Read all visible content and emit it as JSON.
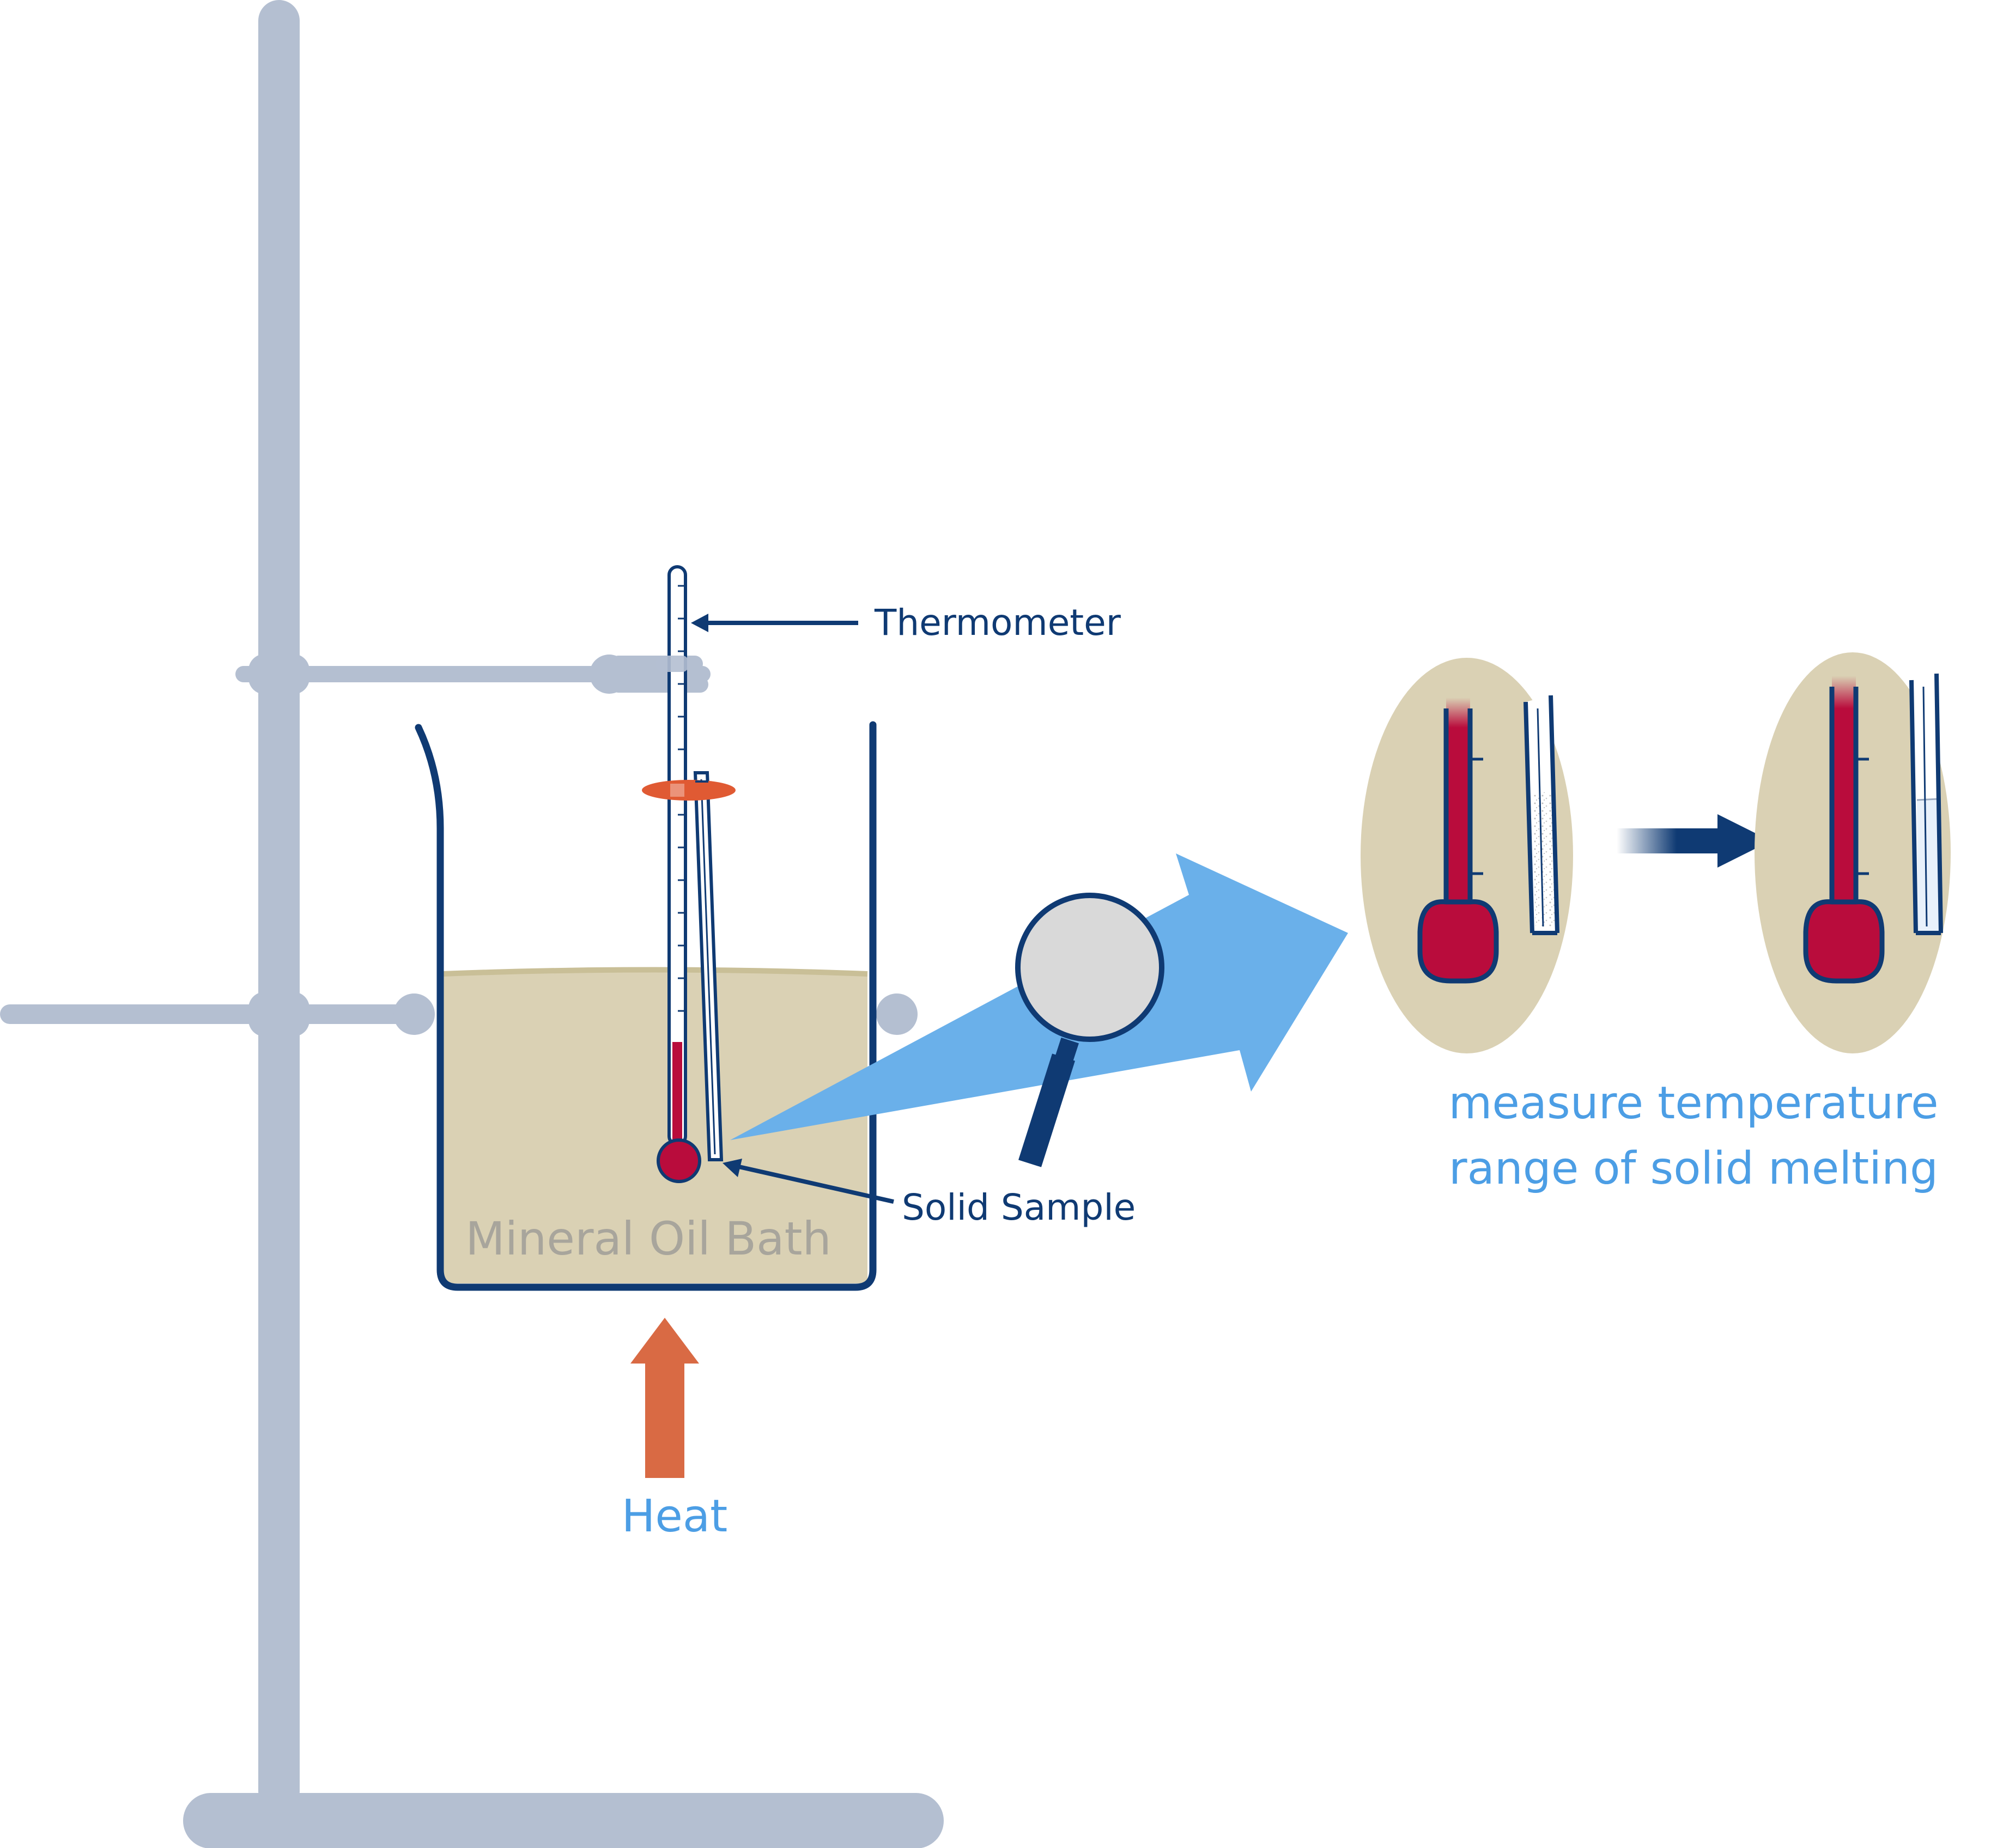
{
  "labels": {
    "thermometer": "Thermometer",
    "solid_sample": "Solid Sample",
    "mineral_oil_bath": "Mineral Oil Bath",
    "heat": "Heat",
    "caption_line1": "measure temperature",
    "caption_line2": "range of solid melting"
  },
  "colors": {
    "stand": "#b4bfd1",
    "navy": "#0f3a73",
    "oil": "#dad1b4",
    "mercury": "#b90c3c",
    "heat_arrow": "#d96a44",
    "ring": "#e05a33",
    "highlight": "#6ab0ea",
    "label_blue": "#4c9ee5",
    "bath_text": "#a8a59c",
    "lens": "#d9d9d9"
  },
  "icons": [
    "magnifying-glass-icon",
    "right-arrow-icon",
    "up-arrow-icon"
  ]
}
